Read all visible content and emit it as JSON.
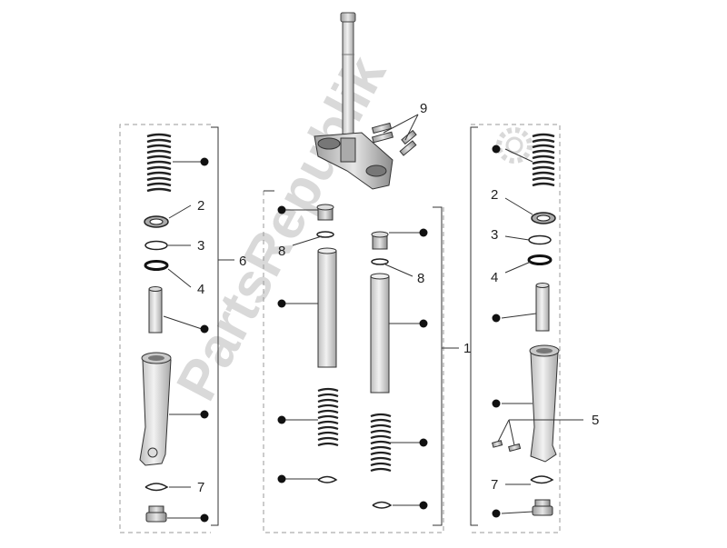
{
  "watermark": {
    "text": "PartsRepublik",
    "icon": "gear-icon"
  },
  "callouts": {
    "left_assembly": {
      "spring_seat": "2",
      "o_ring": "3",
      "seal_ring": "4",
      "assembly": "6",
      "circlip": "7"
    },
    "center": {
      "stem_bolts": "9",
      "snap_ring_left": "8",
      "snap_ring_right": "8",
      "assembly": "1"
    },
    "right_assembly": {
      "spring_seat": "2",
      "o_ring": "3",
      "seal_ring": "4",
      "bleed_screw": "5",
      "circlip": "7"
    }
  },
  "colors": {
    "line": "#333333",
    "dash": "#9a9a9a",
    "part_fill": "#d6d6d6",
    "part_stroke": "#444444",
    "dot": "#111111",
    "watermark": "#d9d9d9"
  }
}
